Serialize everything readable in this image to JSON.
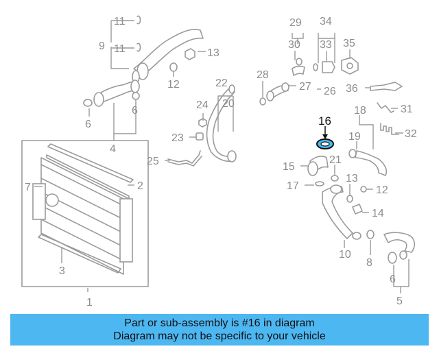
{
  "diagram": {
    "highlighted_part": "16",
    "labels": [
      "1",
      "2",
      "3",
      "4",
      "5",
      "6",
      "6",
      "6",
      "7",
      "8",
      "9",
      "10",
      "11",
      "11",
      "12",
      "12",
      "13",
      "13",
      "14",
      "15",
      "16",
      "17",
      "18",
      "19",
      "20",
      "21",
      "22",
      "23",
      "24",
      "25",
      "26",
      "27",
      "28",
      "29",
      "30",
      "31",
      "32",
      "33",
      "34",
      "35",
      "36"
    ],
    "highlight_color": "#4db7f2"
  },
  "banner": {
    "line1": "Part or sub-assembly is #16 in diagram",
    "line2": "Diagram may not be specific to your vehicle",
    "background": "#4db7f2"
  }
}
